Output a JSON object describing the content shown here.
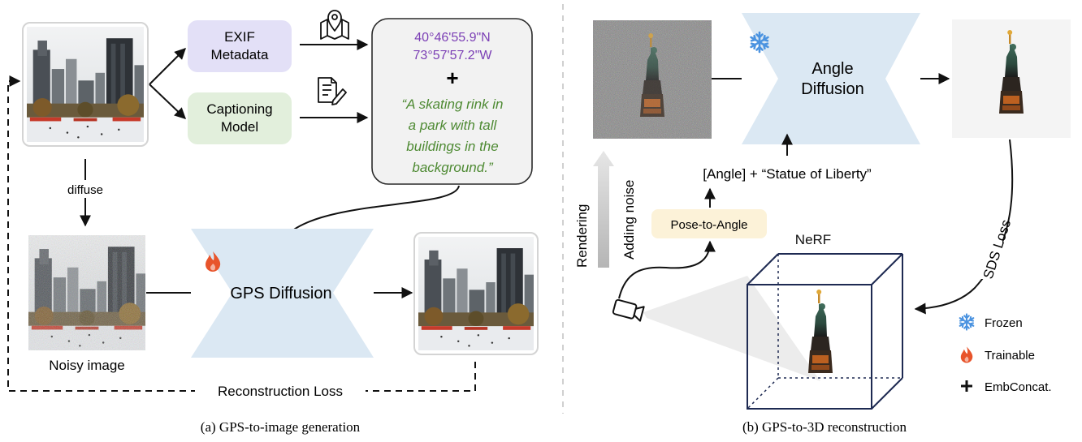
{
  "panel_a": {
    "exif_box": {
      "line1": "EXIF",
      "line2": "Metadata"
    },
    "caption_box": {
      "line1": "Captioning",
      "line2": "Model"
    },
    "coords": {
      "lat": "40°46'55.9\"N",
      "lon": "73°57'57.2\"W"
    },
    "plus": "+",
    "caption_text": [
      "“A skating rink in",
      "a park with tall",
      "buildings in the",
      "background.”"
    ],
    "diffuse_label": "diffuse",
    "noisy_label": "Noisy image",
    "gps_diffusion": "GPS Diffusion",
    "recon_loss": "Reconstruction Loss",
    "subcaption": "(a) GPS-to-image generation"
  },
  "panel_b": {
    "angle_diffusion": {
      "line1": "Angle",
      "line2": "Diffusion"
    },
    "prompt": "[Angle] + “Statue of Liberty”",
    "pose_to_angle": "Pose-to-Angle",
    "rendering": "Rendering",
    "adding_noise": "Adding noise",
    "sds_loss": "SDS Loss",
    "nerf": "NeRF",
    "subcaption": "(b) GPS-to-3D reconstruction"
  },
  "legend": [
    {
      "icon": "snowflake-icon",
      "label": "Frozen"
    },
    {
      "icon": "flame-icon",
      "label": "Trainable"
    },
    {
      "icon": "plus-icon",
      "label": "EmbConcat."
    }
  ],
  "colors": {
    "exif_fill": "#e3e0f7",
    "caption_fill": "#e2efdc",
    "coords_text": "#7b3fb5",
    "caption_text": "#4e8a33",
    "diffusion_fill": "#dbe8f3",
    "pose_fill": "#fcf2d8",
    "flame": "#e8542b",
    "snowflake": "#4b93e0"
  }
}
